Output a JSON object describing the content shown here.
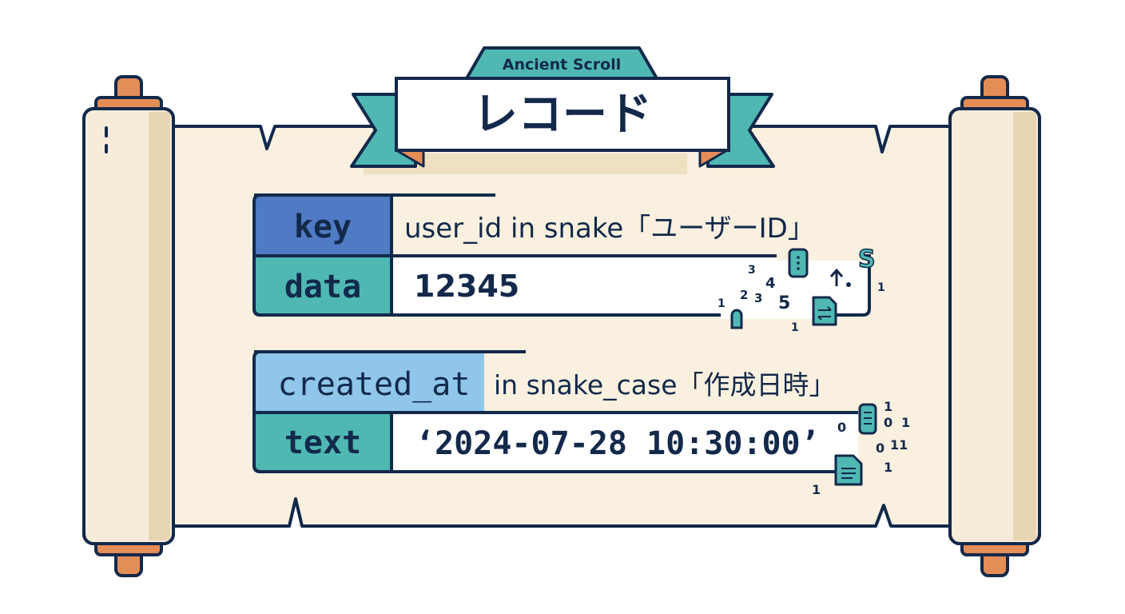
{
  "banner": {
    "subtitle": "Ancient Scroll",
    "title": "レコード"
  },
  "records": [
    {
      "key_label": "key",
      "name_text": "user_id in snake「ユーザーID」",
      "type_label": "data",
      "value": "12345"
    },
    {
      "key_label": "created_at",
      "name_text": "in snake_case「作成日時」",
      "type_label": "text",
      "value": "‘2024-07-28 10:30:00’"
    }
  ],
  "decorations": {
    "record1_digits": [
      "3",
      "4",
      "2",
      "3",
      "5",
      "1",
      "1",
      "1"
    ],
    "record2_digits": [
      "0",
      "1",
      "0",
      "1",
      "0",
      "11",
      "1",
      "1"
    ]
  },
  "colors": {
    "outline": "#13294b",
    "parchment": "#f9f0df",
    "roller": "#f7ecd9",
    "roller_shade": "#e7d5b4",
    "knob": "#e58d57",
    "teal": "#4fb8b3",
    "key_blue": "#4f7bc4",
    "light_blue": "#8fc6ea"
  }
}
